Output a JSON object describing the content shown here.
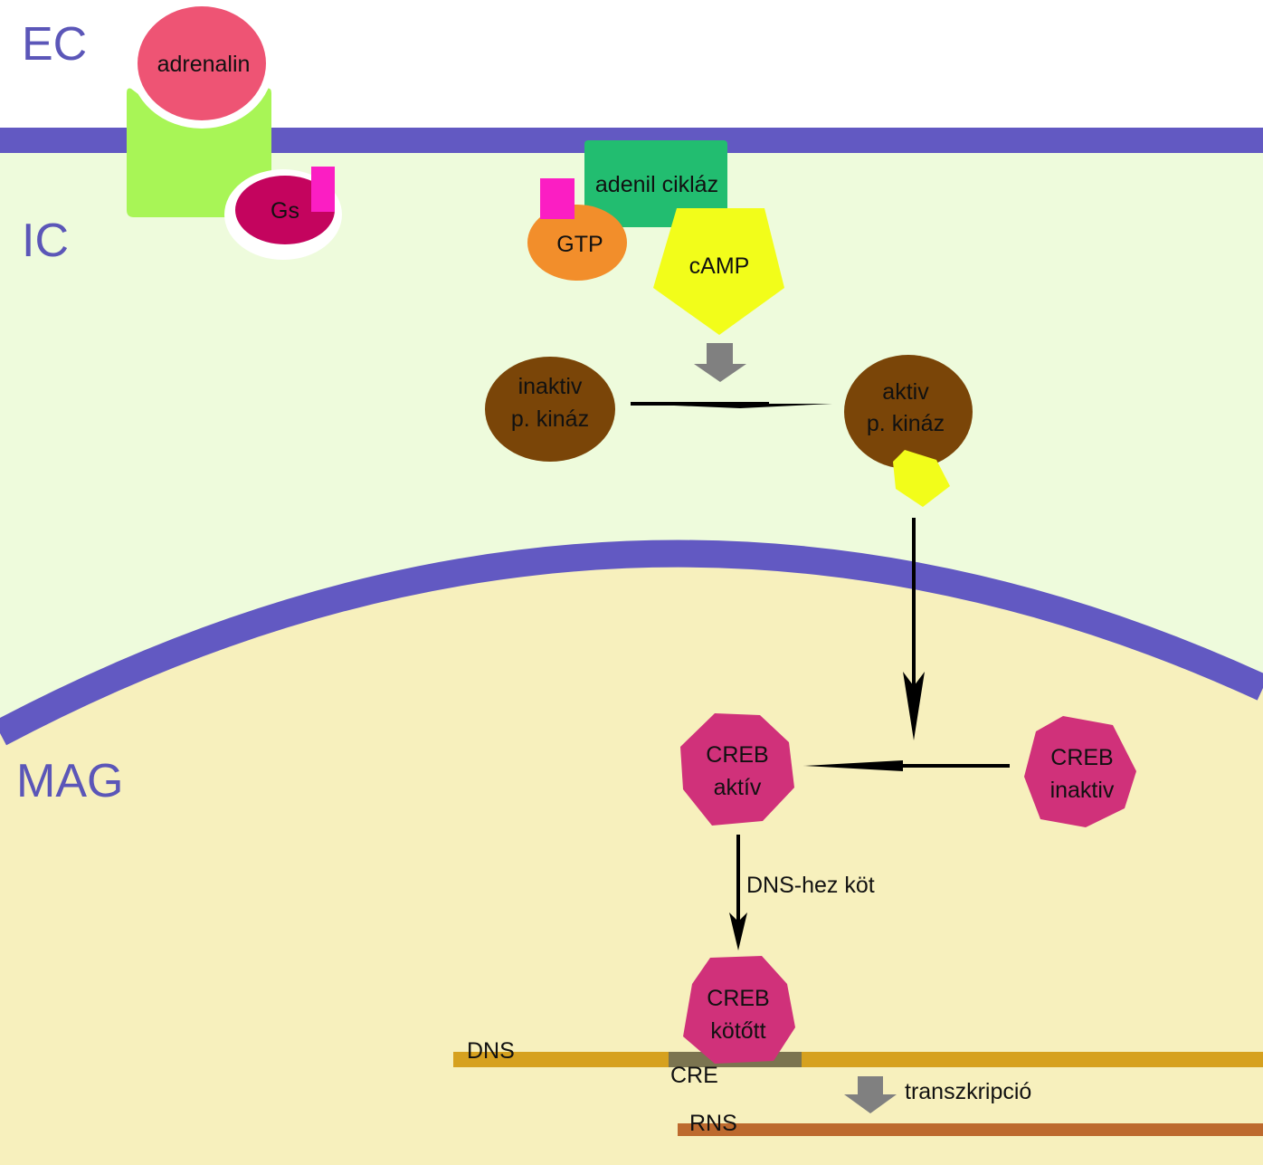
{
  "regions": {
    "extracellular": "EC",
    "intracellular": "IC",
    "nucleus": "MAG"
  },
  "molecules": {
    "adrenalin": "adrenalin",
    "gs": "Gs",
    "adenyl_cyclase": "adenil cikláz",
    "gtp": "GTP",
    "camp": "cAMP",
    "inactive_pk_line1": "inaktiv",
    "inactive_pk_line2": "p. kináz",
    "active_pk_line1": "aktiv",
    "active_pk_line2": "p. kináz",
    "creb_active_line1": "CREB",
    "creb_active_line2": "aktív",
    "creb_inactive_line1": "CREB",
    "creb_inactive_line2": "inaktiv",
    "creb_bound_line1": "CREB",
    "creb_bound_line2": "kötőtt"
  },
  "labels": {
    "dna_binding": "DNS-hez köt",
    "dna": "DNS",
    "cre": "CRE",
    "transcription": "transzkripció",
    "rna": "RNS"
  },
  "colors": {
    "membrane": "#6259c2",
    "cytoplasm": "#eefbdc",
    "nucleoplasm": "#f7f0bd",
    "receptor": "#a8f556",
    "adrenalin": "#ee5474",
    "gs": "#c4045e",
    "gs_tag": "#fb1ec3",
    "adenyl_cyclase": "#22bd70",
    "gtp": "#f28e2b",
    "camp": "#f2fd1a",
    "protein_kinase": "#7a4508",
    "creb": "#d0317a",
    "dna": "#d6a11f",
    "cre": "#7b7450",
    "rna": "#bd6a2e",
    "grey_arrow": "#808080"
  }
}
